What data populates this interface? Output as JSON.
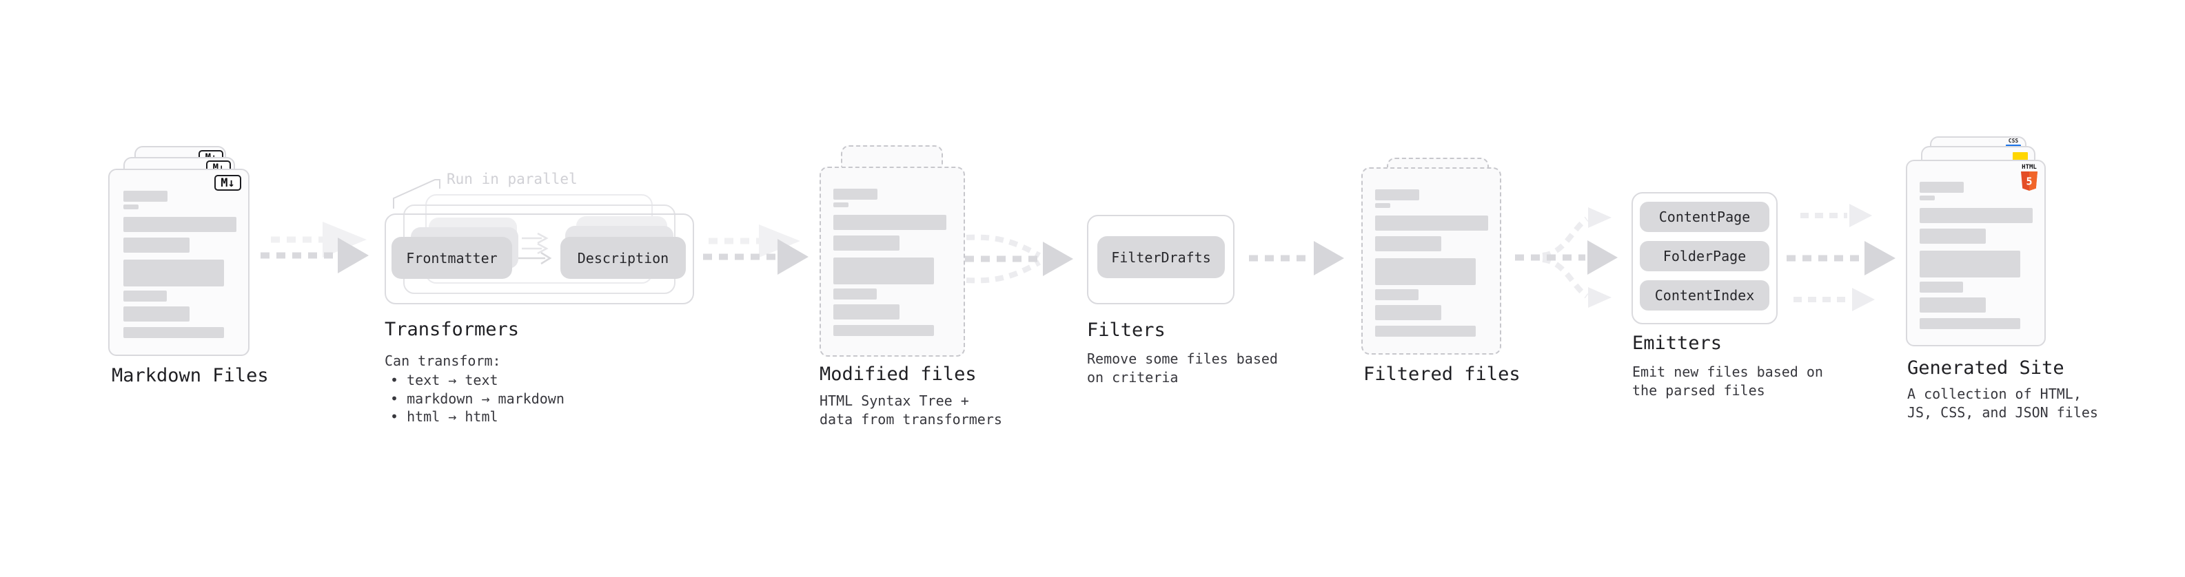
{
  "stages": {
    "markdown": {
      "label": "Markdown Files",
      "icon": "M↓"
    },
    "transformers": {
      "label": "Transformers",
      "annotation": "Run in parallel",
      "buttons": {
        "from": "Frontmatter",
        "to": "Description"
      },
      "intro": "Can transform:",
      "bullets": [
        "• text → text",
        "• markdown → markdown",
        "• html → html"
      ]
    },
    "modified": {
      "label": "Modified files",
      "desc1": "HTML Syntax Tree +",
      "desc2": "data from transformers"
    },
    "filters": {
      "label": "Filters",
      "button": "FilterDrafts",
      "desc1": "Remove some files based",
      "desc2": "on criteria"
    },
    "filtered": {
      "label": "Filtered files"
    },
    "emitters": {
      "label": "Emitters",
      "buttons": [
        "ContentPage",
        "FolderPage",
        "ContentIndex"
      ],
      "desc1": "Emit new files based on",
      "desc2": "the parsed files"
    },
    "generated": {
      "label": "Generated Site",
      "desc1": "A collection of HTML,",
      "desc2": "JS, CSS, and JSON files",
      "badges": {
        "css": "CSS",
        "html_label": "HTML",
        "html_number": "5"
      }
    }
  },
  "colors": {
    "html5_orange_left": "#e44d26",
    "html5_orange_right": "#f16529",
    "js_yellow": "#ffd600",
    "css_blue": "#1a73e8"
  }
}
